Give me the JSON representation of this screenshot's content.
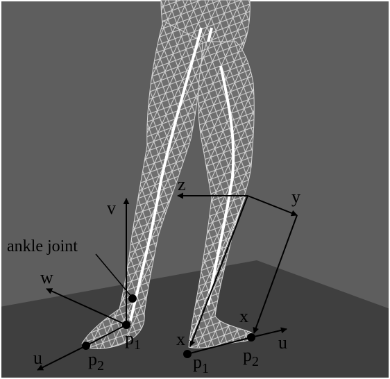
{
  "colors": {
    "wall": "#5e5e5e",
    "floor": "#3f3f3f",
    "mesh": "#c9c9c9",
    "bone": "#ffffff",
    "axis": "#000000",
    "frame": "#ffffff"
  },
  "labels": {
    "ankle_joint": "ankle joint",
    "left_foot": {
      "v": "v",
      "w": "w",
      "u": "u",
      "p1": "p",
      "p1_sub": "1",
      "p2": "p",
      "p2_sub": "2"
    },
    "right_foot": {
      "z": "z",
      "y": "y",
      "x_top": "x",
      "x_bottom": "x",
      "u": "u",
      "p1": "p",
      "p1_sub": "1",
      "p2": "p",
      "p2_sub": "2"
    }
  }
}
